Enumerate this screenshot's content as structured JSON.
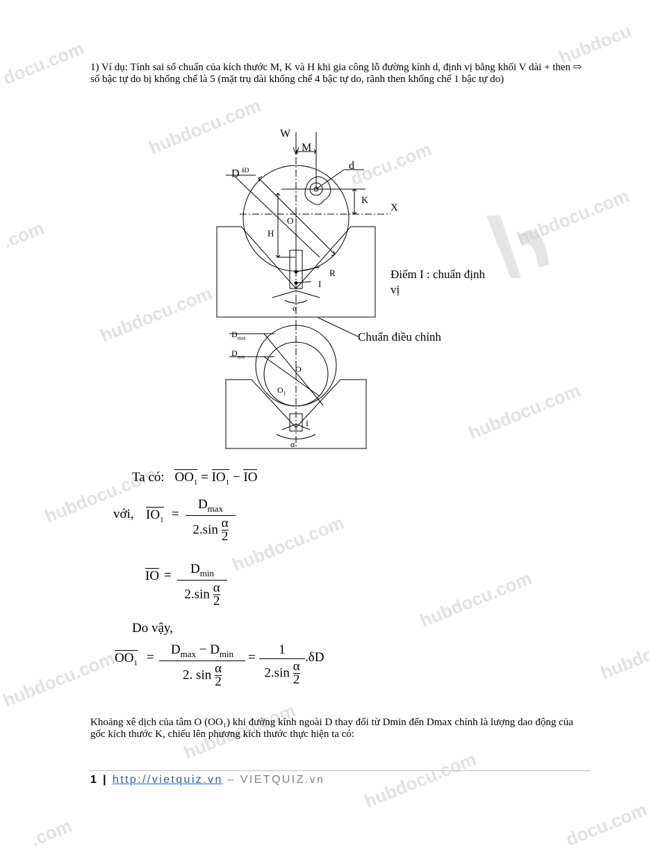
{
  "paragraph1": "1) Ví dụ: Tính sai số chuẩn của kích thước M, K và H khi gia công lỗ đường kính d, định vị bằng khối V dài + then ⇨ số bậc tự do bị khống chế là 5 (mặt trụ dài khống chế 4 bậc tự do, rãnh then khống chế 1 bậc tự do)",
  "figure": {
    "labels": {
      "W": "W",
      "M": "M",
      "d": "d",
      "D_delta": "D",
      "delta_sup": "δD",
      "K": "K",
      "X": "X",
      "O": "O",
      "H": "H",
      "R": "R",
      "I": "I",
      "alpha": "α",
      "Dmax_main": "D",
      "Dmax_sub": "max",
      "Dmin_main": "D",
      "Dmin_sub": "min",
      "O1_main": "O",
      "O1_sub": "1"
    },
    "annotation_point_I": "Điểm I : chuẩn định vị",
    "annotation_adjust": "Chuẩn điều chỉnh"
  },
  "math": {
    "ta_co": "Ta có:",
    "voi": "với,",
    "do_vay": "Do vậy,",
    "OO": "OO",
    "IO": "IO",
    "sub1": "1",
    "eq": "=",
    "minus": "−",
    "D": "D",
    "max": "max",
    "min": "min",
    "two_sin": "2.sin",
    "two_sin_sp": "2. sin",
    "alpha": "α",
    "two": "2",
    "one": "1",
    "deltaD": ".δD"
  },
  "paragraph2": "Khoảng xê dịch của tâm O (OO₁) khi đường kính ngoài D thay đổi từ Dmin đến Dmax chính là lượng dao động của gốc kích thước K, chiếu lên phương kích thước thực hiện ta có:",
  "footer": {
    "page_number": "1",
    "bar": "|",
    "link": "http://vietquiz.vn",
    "dash": "–",
    "brand": "VIETQUIZ.vn"
  },
  "watermark": {
    "text_full": "hubdocu.com",
    "text_left": "hubdocu",
    "text_end": ".com",
    "text_docu": "docu.com"
  },
  "colors": {
    "link": "#1f5fbf",
    "watermark": "#cccccc",
    "footer_rule": "#bfbfbf"
  }
}
